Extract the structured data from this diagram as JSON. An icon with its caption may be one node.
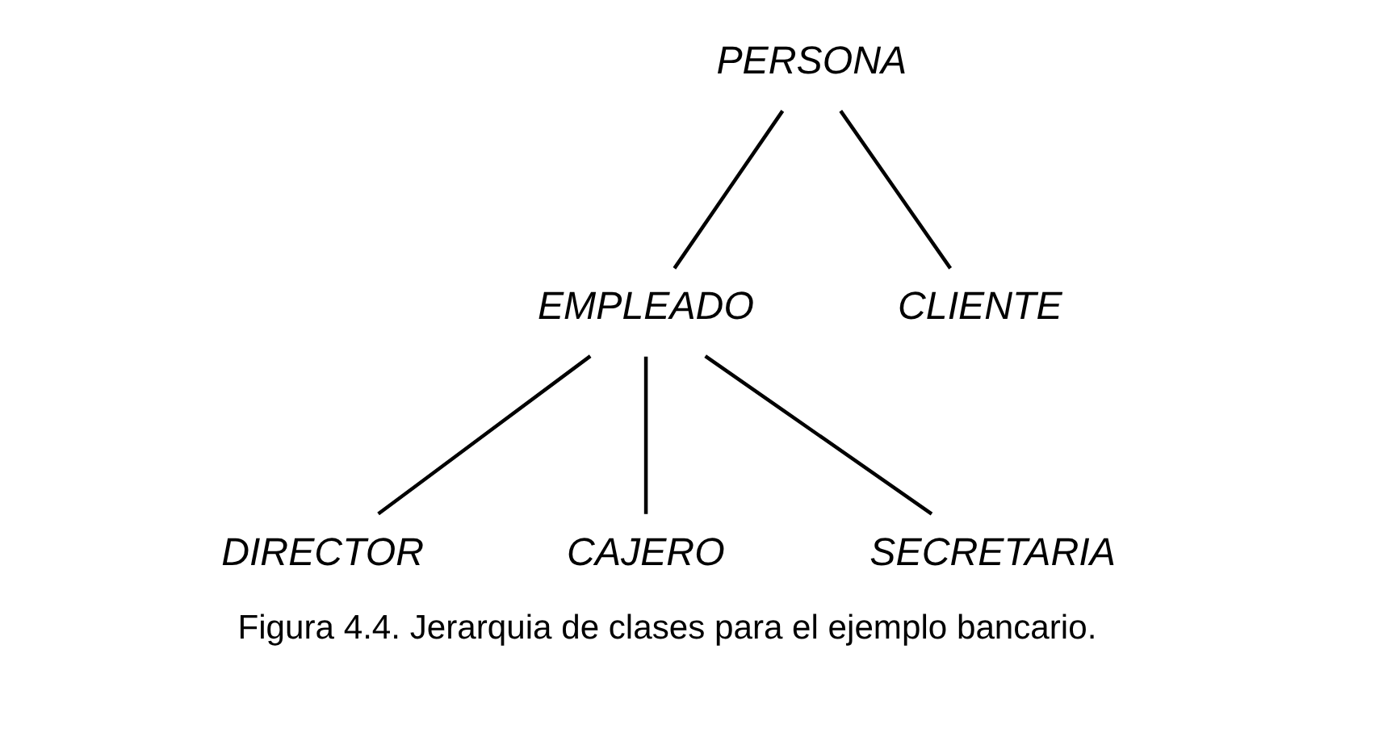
{
  "diagram": {
    "caption": "Figura 4.4. Jerarquia de clases para el ejemplo bancario.",
    "nodes": [
      {
        "text": [
          "PERSONA"
        ]
      },
      {
        "text": [
          "EMPLEADO"
        ]
      },
      {
        "text": [
          "CLIENTE"
        ]
      },
      {
        "text": [
          "DIRECTOR"
        ]
      },
      {
        "text": [
          "CAJERO"
        ]
      },
      {
        "text": [
          "SECRETARIA"
        ]
      }
    ],
    "edges": [
      {
        "from": 0,
        "to": 1,
        "arrow": "none"
      },
      {
        "from": 0,
        "to": 2,
        "arrow": "none"
      },
      {
        "from": 1,
        "to": 3,
        "arrow": "none"
      },
      {
        "from": 1,
        "to": 4,
        "arrow": "none"
      },
      {
        "from": 1,
        "to": 5,
        "arrow": "none"
      }
    ]
  }
}
